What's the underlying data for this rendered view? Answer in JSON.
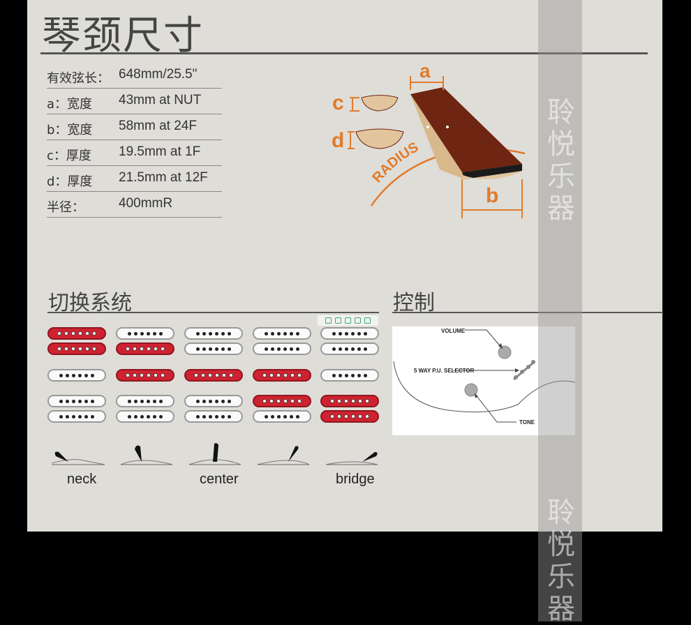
{
  "neck_size": {
    "title": "琴颈尺寸",
    "specs": [
      {
        "label": "有效弦长：",
        "value": "648mm/25.5\""
      },
      {
        "label": "a：宽度",
        "value": "43mm at NUT"
      },
      {
        "label": "b：宽度",
        "value": "58mm at 24F"
      },
      {
        "label": "c：厚度",
        "value": "19.5mm at 1F"
      },
      {
        "label": "d：厚度",
        "value": "21.5mm at 12F"
      },
      {
        "label": "半径：",
        "value": "400mmR"
      }
    ],
    "diagram_labels": {
      "a": "a",
      "b": "b",
      "c": "c",
      "d": "d",
      "radius": "RADIUS"
    }
  },
  "switching": {
    "title": "切换系统",
    "positions": [
      {
        "label": "neck",
        "top": [
          "red",
          "red"
        ],
        "middle": "white",
        "bottom": [
          "white",
          "white"
        ]
      },
      {
        "label": "",
        "top": [
          "white",
          "red"
        ],
        "middle": "red",
        "bottom": [
          "white",
          "white"
        ]
      },
      {
        "label": "center",
        "top": [
          "white",
          "white"
        ],
        "middle": "red",
        "bottom": [
          "white",
          "white"
        ]
      },
      {
        "label": "",
        "top": [
          "white",
          "white"
        ],
        "middle": "red",
        "bottom": [
          "red",
          "white"
        ]
      },
      {
        "label": "bridge",
        "top": [
          "white",
          "white"
        ],
        "middle": "white",
        "bottom": [
          "red",
          "red"
        ]
      }
    ],
    "colors": {
      "active": "#cf2230",
      "inactive": "#fafafa"
    }
  },
  "controls": {
    "title": "控制",
    "labels": {
      "volume": "VOLUME",
      "selector": "5 WAY P.U. SELECTOR",
      "tone": "TONE"
    }
  },
  "watermark": "聆悦乐器",
  "toolbar_icons": [
    "save-icon",
    "expand-icon",
    "copy-icon",
    "share-icon",
    "settings-icon"
  ]
}
